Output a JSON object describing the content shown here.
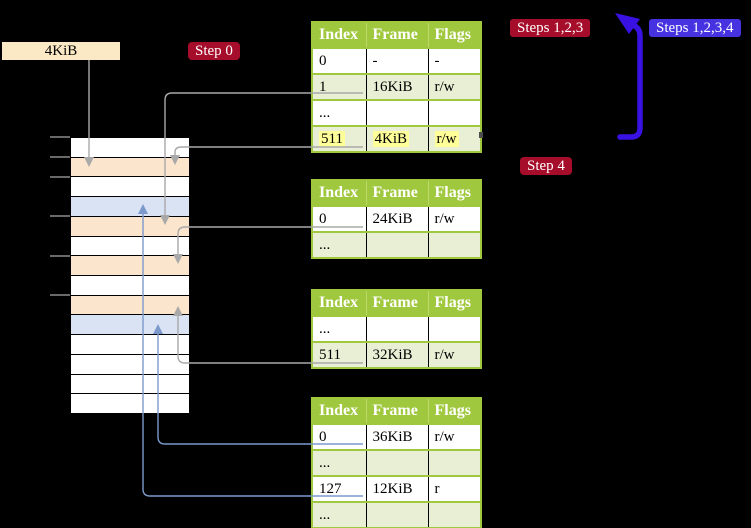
{
  "page_size_label": "4KiB",
  "badges": {
    "step0": "Step 0",
    "steps123": "Steps 1,2,3",
    "steps1234": "Steps 1,2,3,4",
    "step4": "Step 4"
  },
  "colors": {
    "badge_red": "#a60d2b",
    "badge_violet": "#4632e0",
    "big_arrow_blue": "#3912e3",
    "line_gray": "#a9a9a9",
    "line_blue": "#7c99cc",
    "table_header_green": "#a0c83e",
    "table_row_green": "#e9efd5",
    "highlight_yellow": "#ffff99",
    "frame_peach": "#fce5cd",
    "frame_blue": "#dae3f3",
    "frame_white": "#ffffff",
    "label_tan": "#fbe9c6"
  },
  "memory": {
    "rows": [
      "white",
      "peach",
      "white",
      "blue",
      "peach",
      "white",
      "peach",
      "white",
      "peach",
      "blue",
      "white",
      "white",
      "white",
      "white"
    ]
  },
  "tables": [
    {
      "name": "page-table-top",
      "headers": [
        "Index",
        "Frame",
        "Flags"
      ],
      "rows": [
        {
          "cells": [
            "0",
            "-",
            "-"
          ],
          "shaded": false,
          "highlighted": false
        },
        {
          "cells": [
            "1",
            "16KiB",
            "r/w"
          ],
          "shaded": true,
          "highlighted": false
        },
        {
          "cells": [
            "...",
            "",
            ""
          ],
          "shaded": false,
          "highlighted": false
        },
        {
          "cells": [
            "511",
            "4KiB",
            "r/w"
          ],
          "shaded": true,
          "highlighted": true
        }
      ]
    },
    {
      "name": "page-table-second",
      "headers": [
        "Index",
        "Frame",
        "Flags"
      ],
      "rows": [
        {
          "cells": [
            "0",
            "24KiB",
            "r/w"
          ],
          "shaded": false,
          "highlighted": false
        },
        {
          "cells": [
            "...",
            "",
            ""
          ],
          "shaded": true,
          "highlighted": false
        }
      ]
    },
    {
      "name": "page-table-third",
      "headers": [
        "Index",
        "Frame",
        "Flags"
      ],
      "rows": [
        {
          "cells": [
            "...",
            "",
            ""
          ],
          "shaded": false,
          "highlighted": false
        },
        {
          "cells": [
            "511",
            "32KiB",
            "r/w"
          ],
          "shaded": true,
          "highlighted": false
        }
      ]
    },
    {
      "name": "page-table-fourth",
      "headers": [
        "Index",
        "Frame",
        "Flags"
      ],
      "rows": [
        {
          "cells": [
            "0",
            "36KiB",
            "r/w"
          ],
          "shaded": false,
          "highlighted": false
        },
        {
          "cells": [
            "...",
            "",
            ""
          ],
          "shaded": true,
          "highlighted": false
        },
        {
          "cells": [
            "127",
            "12KiB",
            "r"
          ],
          "shaded": false,
          "highlighted": false
        },
        {
          "cells": [
            "...",
            "",
            ""
          ],
          "shaded": true,
          "highlighted": false
        }
      ]
    }
  ]
}
